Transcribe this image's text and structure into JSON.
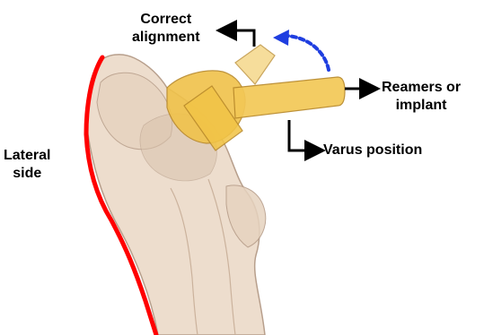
{
  "labels": {
    "correct_alignment": [
      "Correct",
      "alignment"
    ],
    "reamers_or_implant": [
      "Reamers or",
      "implant"
    ],
    "varus_position": "Varus position",
    "lateral_side": [
      "Lateral",
      "side"
    ]
  },
  "colors": {
    "bone_fill": "#eddccb",
    "bone_edge": "#b49a86",
    "implant_fill": "#f0c24a",
    "implant_edge": "#b8892a",
    "lateral_highlight": "#ff0000",
    "rotation_arrow": "#1f3ee0",
    "arrow": "#000000"
  }
}
